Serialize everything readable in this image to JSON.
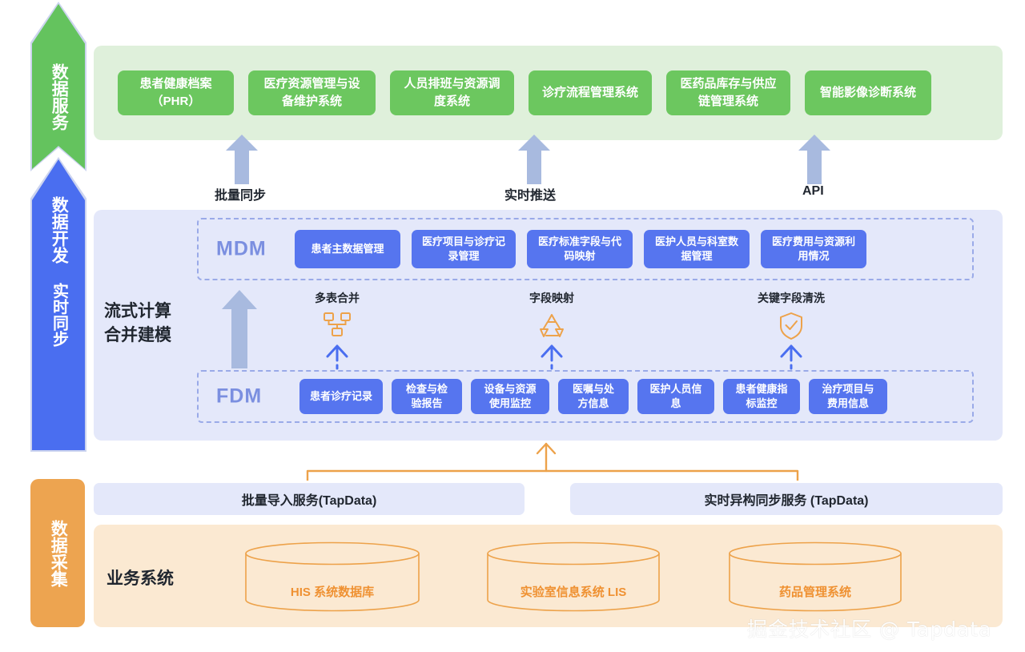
{
  "rail": {
    "service": {
      "label": "数据服务",
      "color": "#64c35e"
    },
    "develop": {
      "label_top": "数据开发",
      "label_bottom": "实时同步",
      "color": "#4a6ef0"
    },
    "collect": {
      "label": "数据采集",
      "color": "#eda450"
    }
  },
  "service_layer": {
    "cards": [
      "患者健康档案（PHR）",
      "医疗资源管理与设备维护系统",
      "人员排班与资源调度系统",
      "诊疗流程管理系统",
      "医药品库存与供应链管理系统",
      "智能影像诊断系统"
    ],
    "card_color": "#6cc75f",
    "panel_color": "#dff0db"
  },
  "sync_arrows": [
    {
      "label": "批量同步"
    },
    {
      "label": "实时推送"
    },
    {
      "label": "API"
    }
  ],
  "develop_layer": {
    "panel_color": "#e4e8fa",
    "stream_label_line1": "流式计算",
    "stream_label_line2": "合并建模",
    "mdm": {
      "title": "MDM",
      "cards": [
        "患者主数据管理",
        "医疗项目与诊疗记录管理",
        "医疗标准字段与代码映射",
        "医护人员与科室数据管理",
        "医疗费用与资源利用情况"
      ]
    },
    "fdm": {
      "title": "FDM",
      "cards": [
        "患者诊疗记录",
        "检查与检验报告",
        "设备与资源使用监控",
        "医嘱与处方信息",
        "医护人员信息",
        "患者健康指标监控",
        "治疗项目与费用信息"
      ]
    },
    "transforms": [
      {
        "label": "多表合并",
        "icon": "merge-tables-icon"
      },
      {
        "label": "字段映射",
        "icon": "recycle-mapping-icon"
      },
      {
        "label": "关键字段清洗",
        "icon": "shield-check-icon"
      }
    ]
  },
  "tapdata_services": [
    "批量导入服务(TapData)",
    "实时异构同步服务 (TapData)"
  ],
  "business_layer": {
    "panel_color": "#fbe9d2",
    "title": "业务系统",
    "databases": [
      "HIS 系统数据库",
      "实验室信息系统 LIS",
      "药品管理系统"
    ],
    "accent": "#ef9132"
  },
  "watermark": "掘金技术社区 @ Tapdata"
}
